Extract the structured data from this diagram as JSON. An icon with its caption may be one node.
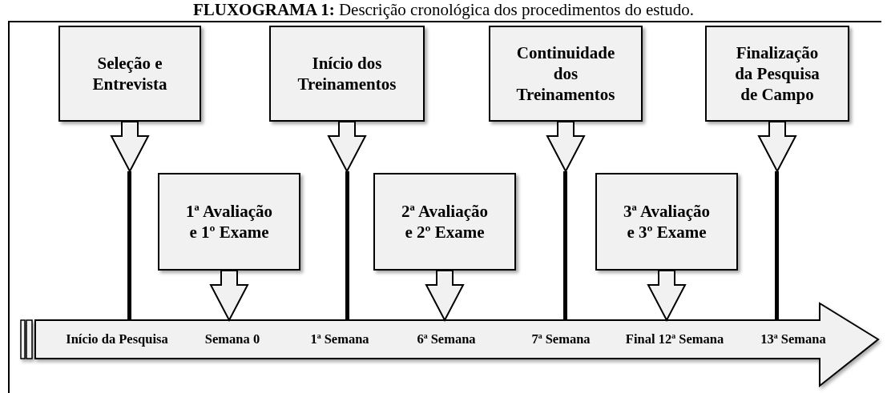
{
  "diagram": {
    "title": "**FLUXOGRAMA 1:** Descrição cronológica dos procedimentos do estudo.",
    "nodes": [
      {
        "text": [
          "Seleção e Entrevista"
        ]
      },
      {
        "text": [
          "1ª Avaliação e 1º Exame"
        ]
      },
      {
        "text": [
          "Início dos Treinamentos"
        ]
      },
      {
        "text": [
          "2ª Avaliação e 2º Exame"
        ]
      },
      {
        "text": [
          "Continuidade dos Treinamentos"
        ]
      },
      {
        "text": [
          "3ª Avaliação e 3º Exame"
        ]
      },
      {
        "text": [
          "Finalização da Pesquisa de Campo"
        ]
      },
      {
        "text": [
          "Início da Pesquisa",
          "Semana 0",
          "1ª Semana",
          "6ª Semana",
          "7ª Semana",
          "Final 12ª Semana",
          "13ª Semana"
        ]
      },
      {
        "text": [],
        "shape": "bar"
      },
      {
        "text": [],
        "shape": "bar"
      },
      {
        "text": [],
        "shape": "bar"
      },
      {
        "text": [],
        "shape": "bar"
      }
    ],
    "edges": [
      {
        "from": 0,
        "to": 8,
        "arrow": "to"
      },
      {
        "from": 1,
        "to": 7,
        "arrow": "to"
      },
      {
        "from": 2,
        "to": 9,
        "arrow": "to"
      },
      {
        "from": 3,
        "to": 7,
        "arrow": "to"
      },
      {
        "from": 4,
        "to": 10,
        "arrow": "to"
      },
      {
        "from": 5,
        "to": 7,
        "arrow": "to"
      },
      {
        "from": 6,
        "to": 11,
        "arrow": "to"
      }
    ]
  }
}
